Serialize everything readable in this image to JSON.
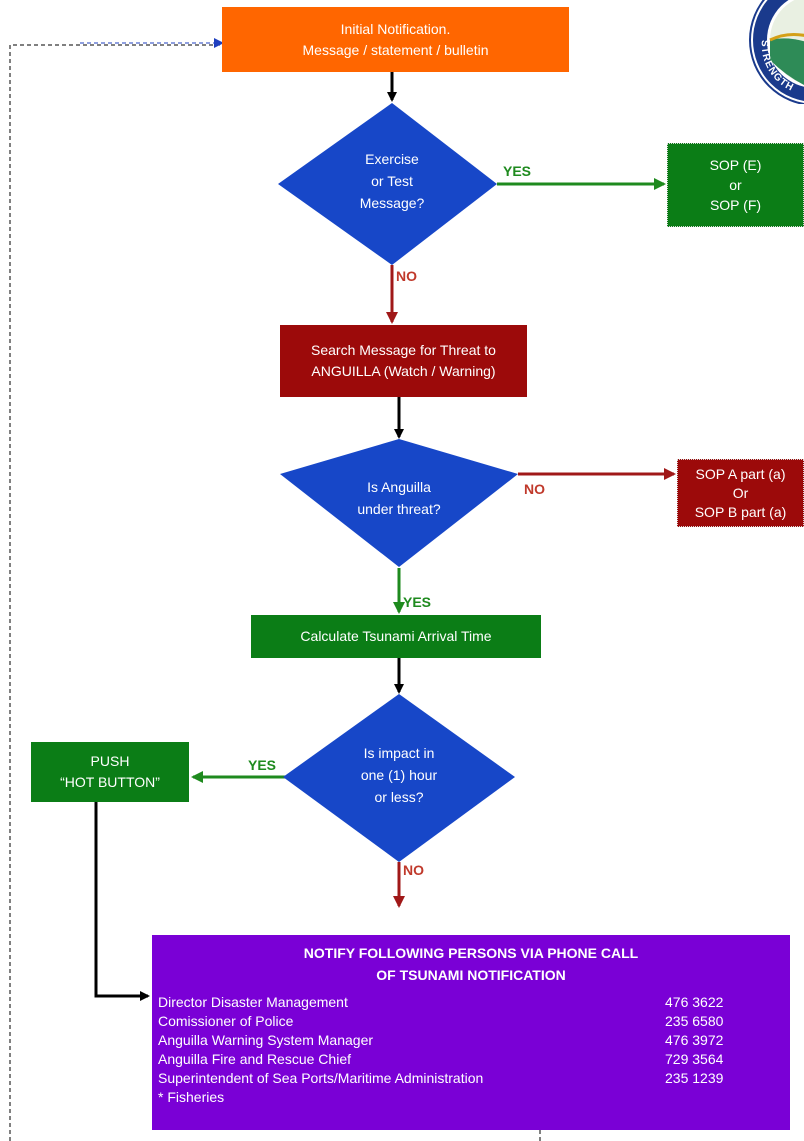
{
  "colors": {
    "orange": "#ff6600",
    "blue": "#1747c8",
    "darkred": "#9c0a0a",
    "green": "#0b7d16",
    "purple": "#7a00d6",
    "arrow_green": "#1e8a1e",
    "arrow_red": "#a01818",
    "arrow_black": "#000000"
  },
  "nodes": {
    "initial": [
      "Initial Notification.",
      "Message / statement / bulletin"
    ],
    "exercise": [
      "Exercise",
      "or Test",
      "Message?"
    ],
    "sop_ef": [
      "SOP (E)",
      "or",
      "SOP (F)"
    ],
    "search": [
      "Search Message for Threat to",
      "ANGUILLA (Watch / Warning)"
    ],
    "threat": [
      "Is Anguilla",
      "under threat?"
    ],
    "sop_ab": [
      "SOP A part (a)",
      "Or",
      "SOP B part (a)"
    ],
    "calculate": "Calculate Tsunami Arrival Time",
    "impact": [
      "Is impact in",
      "one (1) hour",
      "or less?"
    ],
    "push": [
      "PUSH",
      "“HOT BUTTON”"
    ]
  },
  "labels": {
    "yes_exercise": "YES",
    "no_exercise": "NO",
    "no_threat": "NO",
    "yes_threat": "YES",
    "yes_impact": "YES",
    "no_impact": "NO"
  },
  "notify": {
    "title_line1": "NOTIFY FOLLOWING PERSONS VIA PHONE CALL",
    "title_line2": "OF TSUNAMI NOTIFICATION",
    "contacts": [
      {
        "name": "Director Disaster Management",
        "phone": "476 3622"
      },
      {
        "name": "Comissioner of Police",
        "phone": "235 6580"
      },
      {
        "name": "Anguilla Warning System Manager",
        "phone": "476 3972"
      },
      {
        "name": "Anguilla Fire and Rescue Chief",
        "phone": "729 3564"
      },
      {
        "name": "Superintendent of Sea Ports/Maritime Administration",
        "phone": "235 1239"
      },
      {
        "name": "* Fisheries",
        "phone": ""
      }
    ]
  },
  "seal": {
    "text": "STRENGTH"
  }
}
